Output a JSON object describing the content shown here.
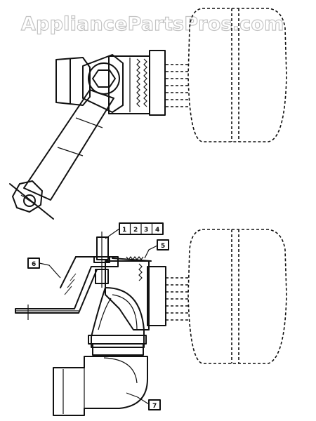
{
  "watermark": {
    "text": "AppliancePartsPros.com"
  },
  "callouts": {
    "label_1": "1",
    "label_2": "2",
    "label_3": "3",
    "label_4": "4",
    "label_5": "5",
    "label_6": "6",
    "label_7": "7"
  },
  "colors": {
    "ink": "#111111",
    "watermark_outline": "#c4c4c4",
    "background": "#ffffff"
  }
}
